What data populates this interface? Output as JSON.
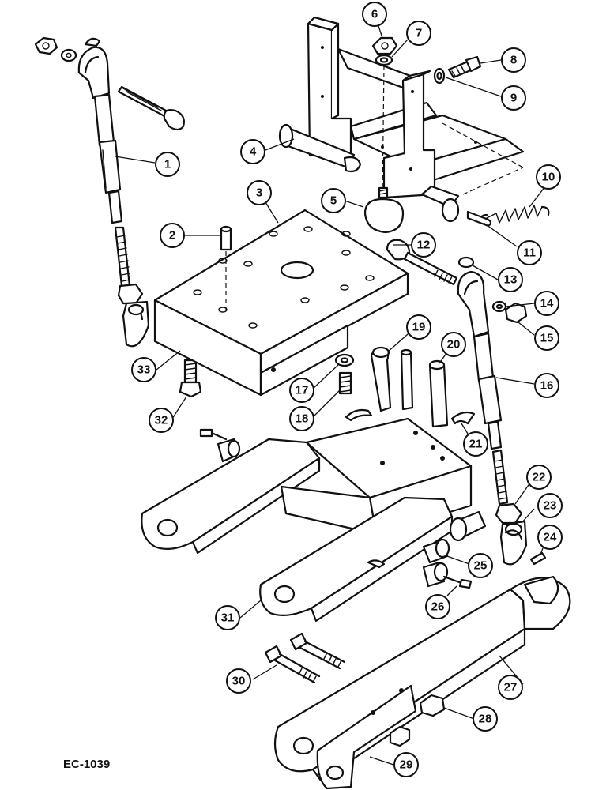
{
  "drawing_code": "EC-1039",
  "callouts": [
    "1",
    "2",
    "3",
    "4",
    "5",
    "6",
    "7",
    "8",
    "9",
    "10",
    "11",
    "12",
    "13",
    "14",
    "15",
    "16",
    "17",
    "18",
    "19",
    "20",
    "21",
    "22",
    "23",
    "24",
    "25",
    "26",
    "27",
    "28",
    "29",
    "30",
    "31",
    "32",
    "33"
  ]
}
